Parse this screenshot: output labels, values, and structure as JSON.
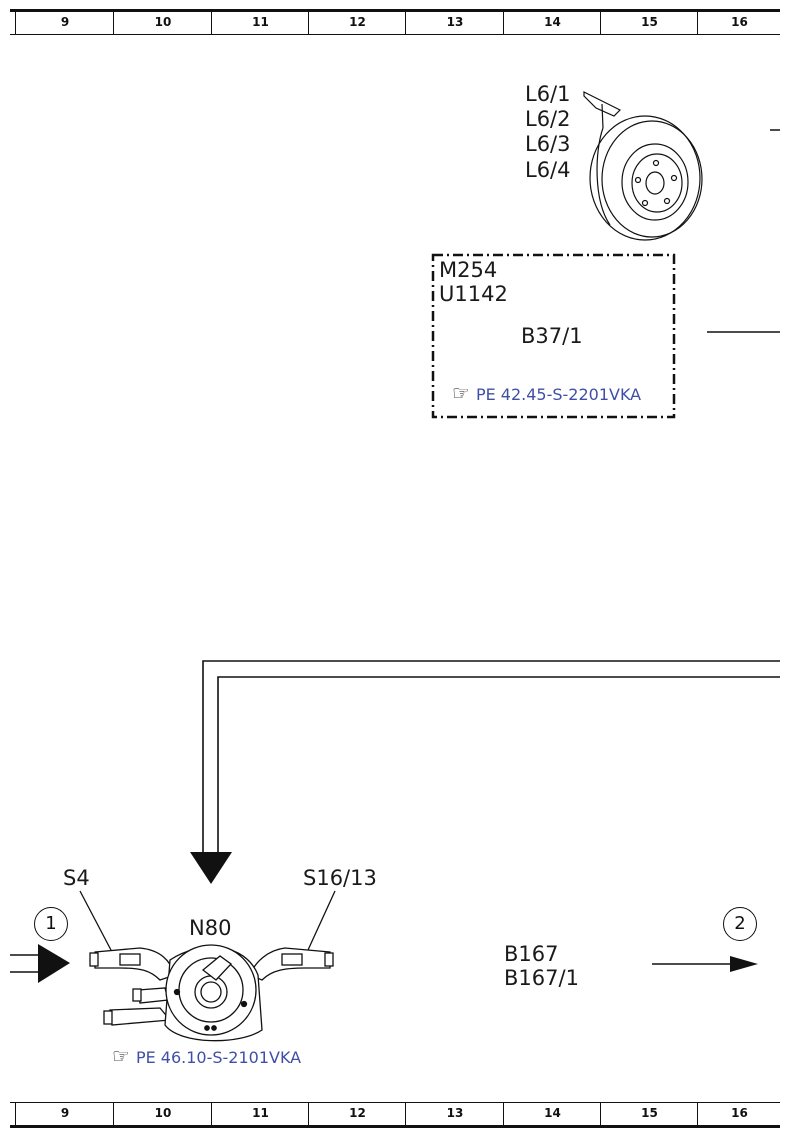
{
  "ruler": {
    "columns": [
      "9",
      "10",
      "11",
      "12",
      "13",
      "14",
      "15",
      "16"
    ]
  },
  "components": {
    "wheel_sensor": {
      "labels": [
        "L6/1",
        "L6/2",
        "L6/3",
        "L6/4"
      ]
    },
    "box": {
      "line1": "M254",
      "line2": "U1142",
      "center": "B37/1",
      "ref": "PE 42.45-S-2201VKA"
    },
    "switch_left": "S4",
    "switch_right": "S16/13",
    "steering_module": "N80",
    "steering_ref": "PE 46.10-S-2101VKA",
    "right_labels": [
      "B167",
      "B167/1"
    ]
  },
  "markers": {
    "left": "1",
    "right": "2"
  },
  "icons": {
    "hand": "pointing-hand-icon"
  }
}
